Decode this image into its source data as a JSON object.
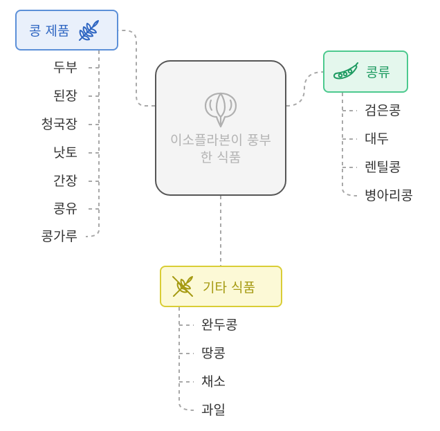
{
  "center": {
    "title": "이소플라본이 풍부한 식품",
    "icon": "soybean-icon"
  },
  "branches": {
    "soy_products": {
      "label": "콩 제품",
      "icon": "wheat-icon",
      "color": "#5b8fd8",
      "items": [
        "두부",
        "된장",
        "청국장",
        "낫토",
        "간장",
        "콩유",
        "콩가루"
      ]
    },
    "legumes": {
      "label": "콩류",
      "icon": "pea-pod-icon",
      "color": "#4cc98e",
      "items": [
        "검은콩",
        "대두",
        "렌틸콩",
        "병아리콩"
      ]
    },
    "other_foods": {
      "label": "기타 식품",
      "icon": "wheat-off-icon",
      "color": "#d9cd35",
      "items": [
        "완두콩",
        "땅콩",
        "채소",
        "과일"
      ]
    }
  }
}
